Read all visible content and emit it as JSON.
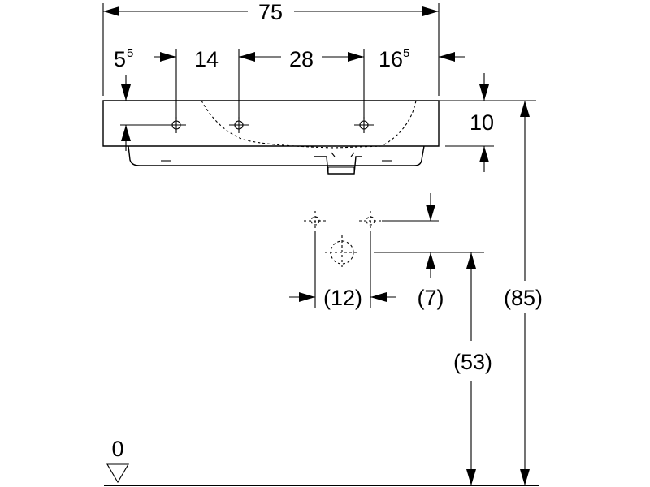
{
  "dimensions": {
    "total_width": "75",
    "left_offset_main": "5",
    "left_offset_sup": "5",
    "hole_spacing_1": "14",
    "hole_spacing_2": "28",
    "right_offset_main": "16",
    "right_offset_sup": "5",
    "basin_height": "10",
    "drain_spacing": "(12)",
    "drain_offset": "(7)",
    "drain_height": "(53)",
    "total_height": "(85)",
    "floor_level": "0"
  }
}
